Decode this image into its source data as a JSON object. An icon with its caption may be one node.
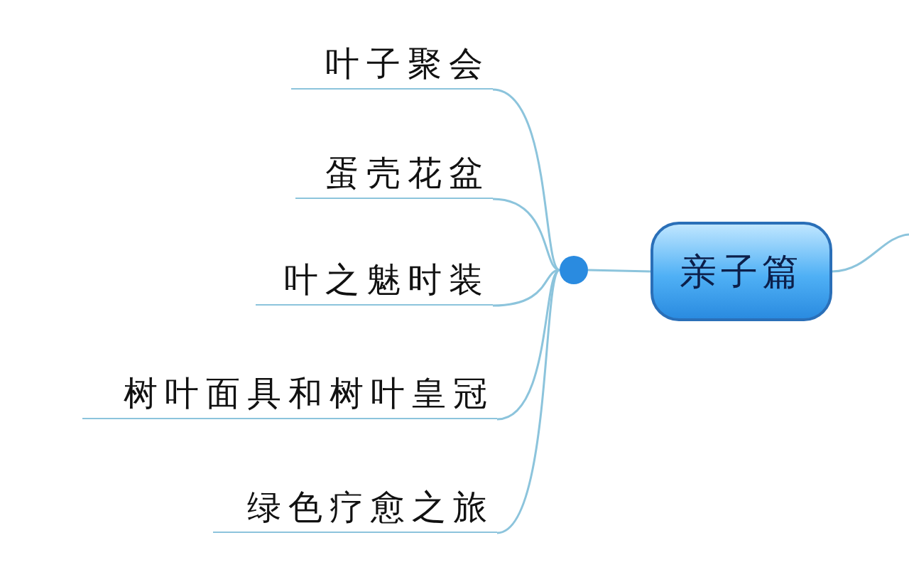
{
  "diagram": {
    "nodes": [
      {
        "text": [
          "叶子聚会"
        ]
      },
      {
        "text": [
          "蛋壳花盆"
        ]
      },
      {
        "text": [
          "叶之魅时装"
        ]
      },
      {
        "text": [
          "树叶面具和树叶皇冠"
        ]
      },
      {
        "text": [
          "绿色疗愈之旅"
        ]
      },
      {
        "text": [],
        "shape": "circle"
      },
      {
        "text": [
          "亲子篇"
        ]
      }
    ],
    "edges": [
      {
        "from": 5,
        "to": 0,
        "arrow": "none"
      },
      {
        "from": 5,
        "to": 1,
        "arrow": "none"
      },
      {
        "from": 5,
        "to": 2,
        "arrow": "none"
      },
      {
        "from": 5,
        "to": 3,
        "arrow": "none"
      },
      {
        "from": 5,
        "to": 4,
        "arrow": "none"
      },
      {
        "from": 5,
        "to": 6,
        "arrow": "none"
      },
      {
        "from": 6,
        "to": null,
        "arrow": "none"
      }
    ]
  }
}
